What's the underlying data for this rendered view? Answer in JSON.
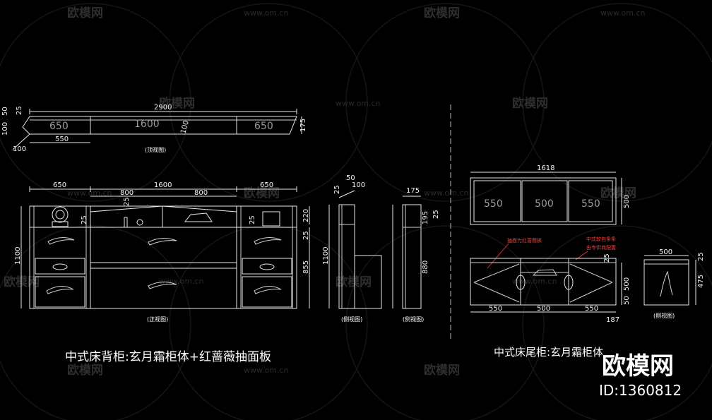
{
  "watermark": {
    "brand": "欧模网",
    "url": "www.om.cn"
  },
  "top_view": {
    "caption": "(顶视图)",
    "dims": {
      "total": "2900",
      "left_w": "650",
      "mid_w": "1600",
      "right_w": "650",
      "lower": "550",
      "h100a": "100",
      "h100b": "100",
      "h100c": "100",
      "h175": "175",
      "h50": "50",
      "h25": "25"
    }
  },
  "front_view": {
    "caption": "(正视图)",
    "dims": {
      "left": "650",
      "mid": "1600",
      "right": "650",
      "mid_a": "800",
      "mid_b": "800",
      "h1100": "1100",
      "h855": "855",
      "h220": "220",
      "h25": "25",
      "h25b": "25",
      "h25c": "25",
      "h25d": "25"
    }
  },
  "side_view_a": {
    "caption": "(侧视图)",
    "dims": {
      "d50": "50",
      "d100": "100",
      "d25": "25",
      "h1100": "1100"
    }
  },
  "side_view_b": {
    "caption": "(侧视图)",
    "dims": {
      "d175": "175",
      "h195": "195",
      "h25": "25",
      "h880": "880"
    }
  },
  "title_left": "中式床背柜:玄月霜柜体+红蔷薇抽面板",
  "tail_top": {
    "dims": {
      "total": "1618",
      "a": "550",
      "b": "500",
      "c": "550",
      "h500": "500"
    }
  },
  "tail_front": {
    "notes": [
      "抽面为红蔷薇板",
      "中式软包条条",
      "由专供商配置"
    ],
    "dims": {
      "a": "550",
      "b": "500",
      "c": "550",
      "h500": "500",
      "h50": "50",
      "h25": "25",
      "d187": "187"
    }
  },
  "tail_side": {
    "caption": "(侧视图)",
    "dims": {
      "w500": "500",
      "h475": "475",
      "h25": "25"
    }
  },
  "title_right": "中式床尾柜:玄月霜柜体",
  "brand": {
    "logo": "欧模网",
    "id": "ID:1360812"
  }
}
